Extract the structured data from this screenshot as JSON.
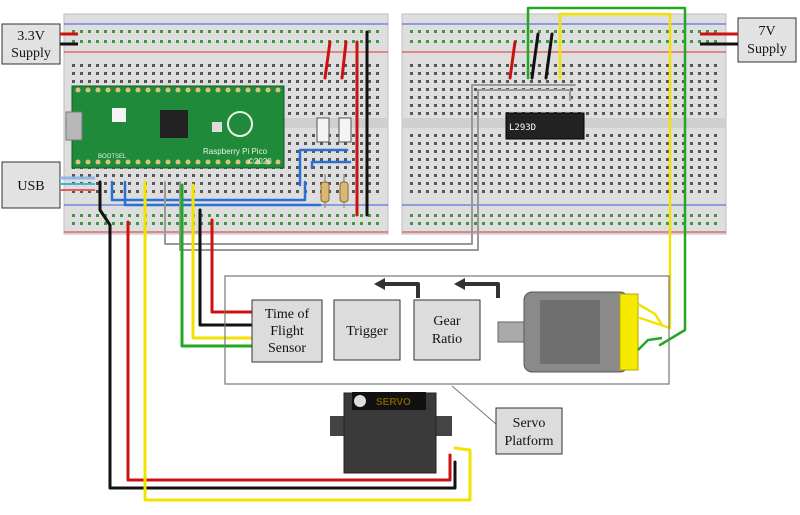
{
  "labels": {
    "supply_left": [
      "3.3V",
      "Supply"
    ],
    "supply_right": [
      "7V",
      "Supply"
    ],
    "usb": "USB",
    "tof": [
      "Time of",
      "Flight",
      "Sensor"
    ],
    "trigger": "Trigger",
    "gear": [
      "Gear",
      "Ratio"
    ],
    "platform": [
      "Servo",
      "Platform"
    ],
    "chip": "L293D",
    "servo_logo": "SERVO",
    "pico_name": "Raspberry Pi Pico",
    "pico_year": "©2020",
    "pico_sel": "BOOTSEL"
  },
  "colors": {
    "breadboard": "#dcdcdc",
    "board_green": "#1e8a3a",
    "wire_red": "#cc1111",
    "wire_black": "#111111",
    "wire_yellow": "#f2e200",
    "wire_green": "#22a822",
    "wire_blue": "#2a6fd6",
    "wire_gray": "#999999",
    "motor_yellow": "#f5ea00"
  }
}
